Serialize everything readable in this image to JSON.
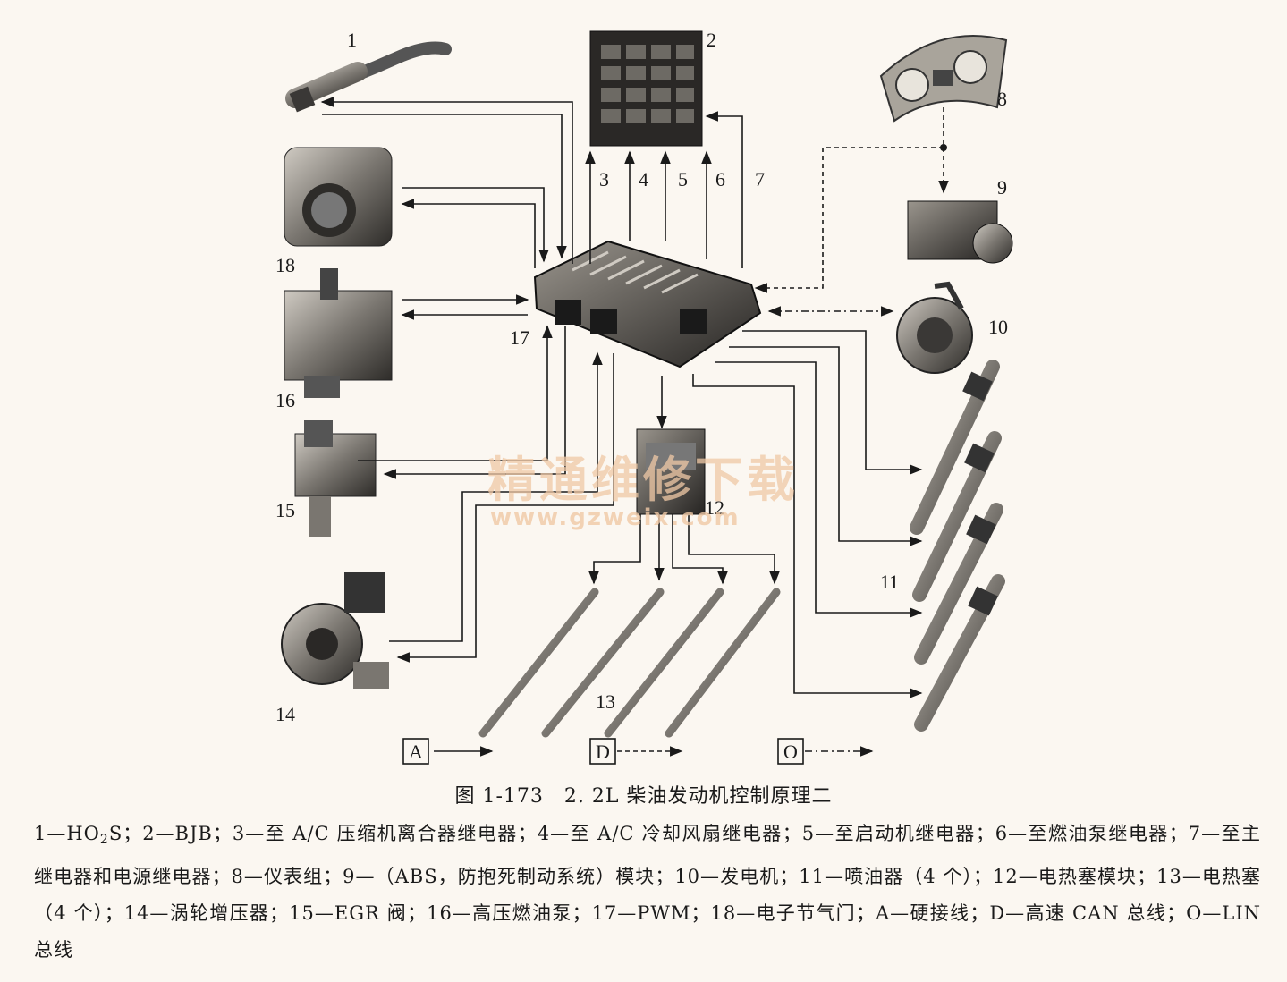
{
  "labels": {
    "n1": "1",
    "n2": "2",
    "n3": "3",
    "n4": "4",
    "n5": "5",
    "n6": "6",
    "n7": "7",
    "n8": "8",
    "n9": "9",
    "n10": "10",
    "n11": "11",
    "n12": "12",
    "n13": "13",
    "n14": "14",
    "n15": "15",
    "n16": "16",
    "n17": "17",
    "n18": "18"
  },
  "legend_boxes": {
    "a": "A",
    "d": "D",
    "o": "O"
  },
  "watermark": {
    "line1": "精通维修下载",
    "line2": "www.gzweix.com"
  },
  "caption": "图 1-173　2. 2L 柴油发动机控制原理二",
  "legend": {
    "part1": "1—HO",
    "sub": "2",
    "part2": "S；2—BJB；3—至 A/C 压缩机离合器继电器；4—至 A/C 冷却风扇继电器；5—至启动机继电器；6—至燃油泵继电器；7—至主继电器和电源继电器；8—仪表组；9—（ABS，防抱死制动系统）模块；10—发电机；11—喷油器（4 个）；12—电热塞模块；13—电热塞（4 个）；14—涡轮增压器；15—EGR 阀；16—高压燃油泵；17—PWM；18—电子节气门；A—硬接线；D—高速 CAN 总线；O—LIN 总线"
  }
}
